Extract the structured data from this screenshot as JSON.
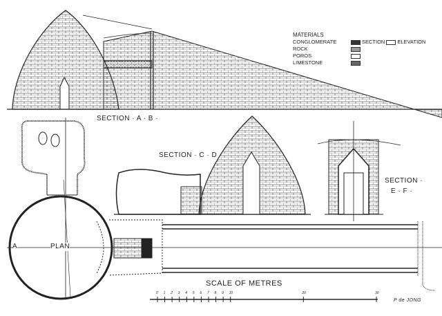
{
  "legend": {
    "title": "MATERIALS",
    "items": [
      "CONGLOMERATE",
      "ROCK",
      "POROS",
      "LIMESTONE"
    ],
    "section_label": "SECTION",
    "elevation_label": "ELEVATION"
  },
  "labels": {
    "section_ab": "SECTION · A · B ·",
    "section_cd": "SECTION · C · D ·",
    "section_ef_1": "SECTION ·",
    "section_ef_2": "E · F ·",
    "plan": "PLAN",
    "point_a": "A"
  },
  "scale": {
    "title": "SCALE OF METRES",
    "ticks": [
      "0",
      "1",
      "2",
      "3",
      "4",
      "5",
      "6",
      "7",
      "8",
      "9",
      "10",
      "20",
      "30"
    ],
    "tick_values": [
      0,
      1,
      2,
      3,
      4,
      5,
      6,
      7,
      8,
      9,
      10,
      20,
      30
    ]
  },
  "signature": "P de JONG",
  "colors": {
    "ink": "#222222",
    "paper": "#ffffff"
  }
}
